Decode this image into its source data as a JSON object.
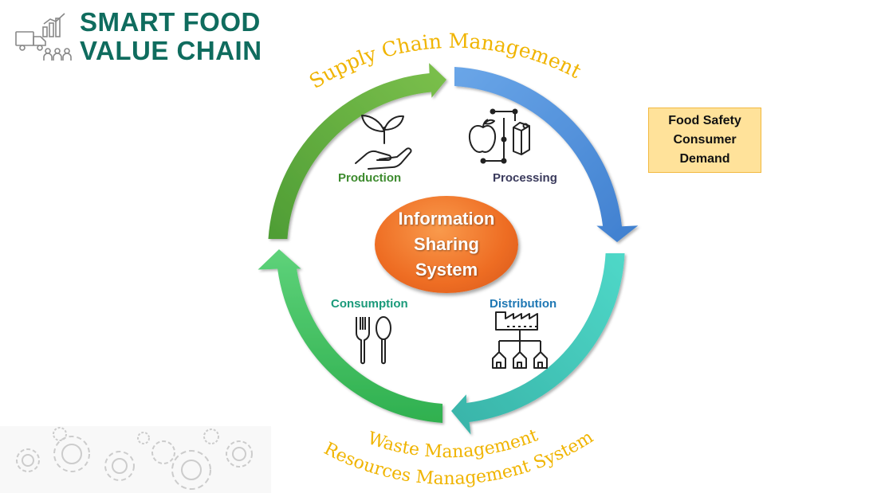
{
  "brand": {
    "line1": "SMART FOOD",
    "line2": "VALUE CHAIN"
  },
  "cycle": {
    "top_arc_label": "Supply Chain Management",
    "bottom_arc_label_1": "Waste Management",
    "bottom_arc_label_2": "Resources Management System",
    "arc_label_color": "#f0b400"
  },
  "hub": {
    "line1": "Information",
    "line2": "Sharing",
    "line3": "System",
    "color": "#ee6d23"
  },
  "stages": {
    "production": {
      "label": "Production",
      "color": "#3d8b2e",
      "icon": "plant-in-hand-icon"
    },
    "processing": {
      "label": "Processing",
      "color": "#3a3a5c",
      "icon": "apple-to-package-icon"
    },
    "distribution": {
      "label": "Distribution",
      "color": "#1f78b4",
      "icon": "factory-to-houses-icon"
    },
    "consumption": {
      "label": "Consumption",
      "color": "#1a9a7a",
      "icon": "fork-and-spoon-icon"
    }
  },
  "note": {
    "line1": "Food Safety",
    "line2": "Consumer",
    "line3": "Demand"
  },
  "arrow_colors": {
    "green": "#5fae3c",
    "blue": "#4f8fd6",
    "teal": "#3fc3b5",
    "light_green": "#3db867"
  }
}
